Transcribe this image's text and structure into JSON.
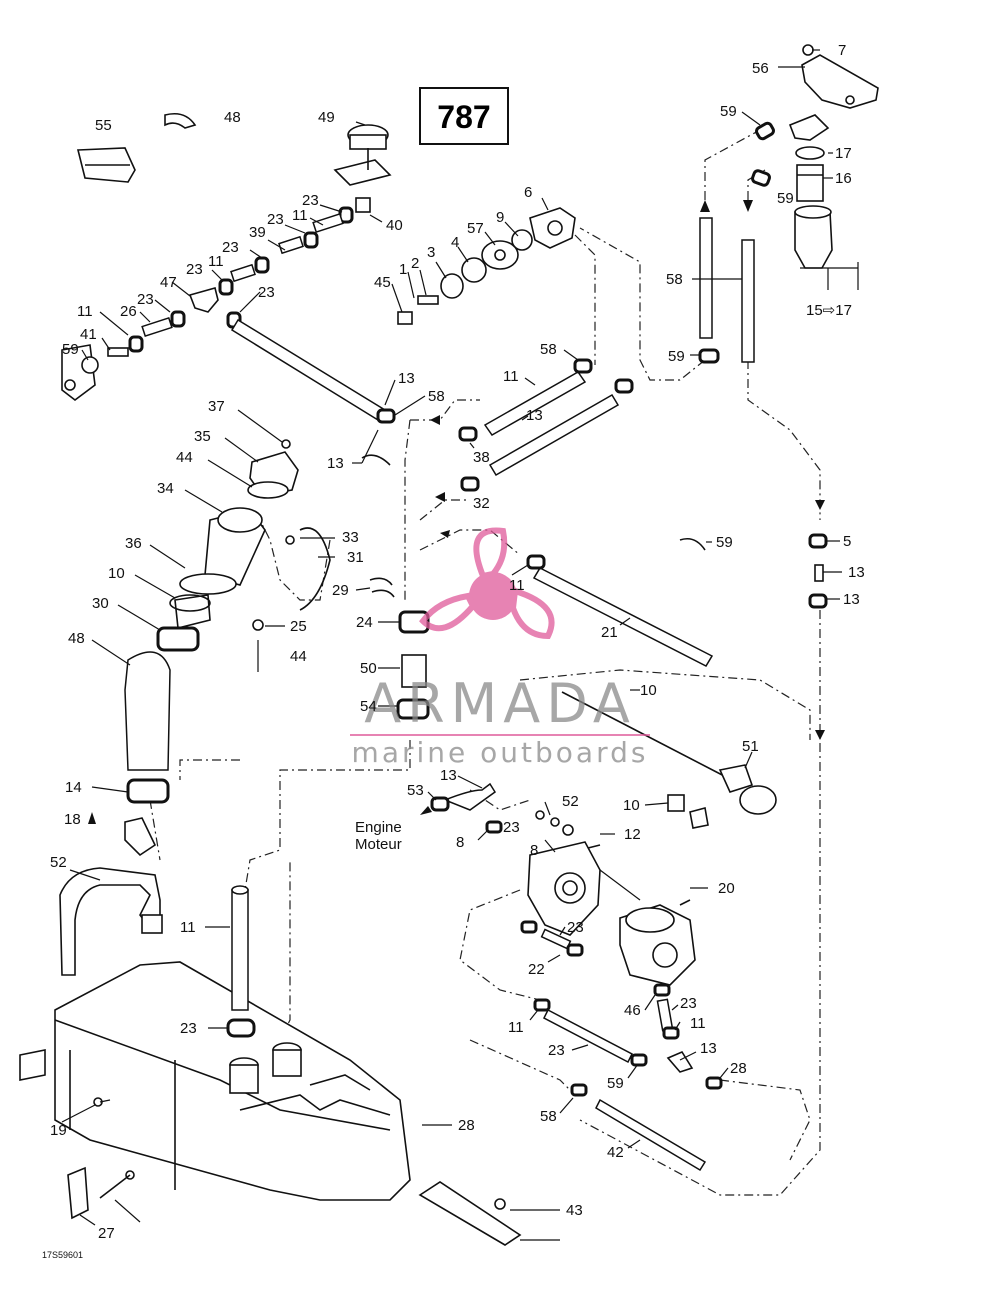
{
  "diagram": {
    "page_code": "787",
    "ref_note": "15⇨17",
    "figure_id": "17S59601",
    "engine_label_line1": "Engine",
    "engine_label_line2": "Moteur"
  },
  "watermark": {
    "brand": "ARMADA",
    "tagline": "marine outboards",
    "color_primary": "#e05a9a",
    "color_text": "#8a8a8a"
  },
  "callouts": [
    "7",
    "56",
    "59",
    "17",
    "16",
    "59",
    "58",
    "15⇨17",
    "59",
    "55",
    "48",
    "49",
    "23",
    "40",
    "11",
    "23",
    "39",
    "6",
    "9",
    "57",
    "23",
    "11",
    "3",
    "4",
    "2",
    "1",
    "45",
    "23",
    "47",
    "23",
    "23",
    "11",
    "26",
    "41",
    "59",
    "58",
    "11",
    "13",
    "58",
    "13",
    "38",
    "37",
    "35",
    "44",
    "13",
    "32",
    "34",
    "33",
    "31",
    "36",
    "10",
    "30",
    "48",
    "29",
    "24",
    "25",
    "44",
    "59",
    "5",
    "13",
    "13",
    "11",
    "21",
    "50",
    "10",
    "54",
    "51",
    "10",
    "14",
    "13",
    "53",
    "52",
    "23",
    "8",
    "12",
    "18",
    "52",
    "8",
    "20",
    "11",
    "23",
    "22",
    "23",
    "11",
    "23",
    "46",
    "11",
    "13",
    "23",
    "28",
    "59",
    "19",
    "58",
    "28",
    "42",
    "43",
    "27"
  ]
}
